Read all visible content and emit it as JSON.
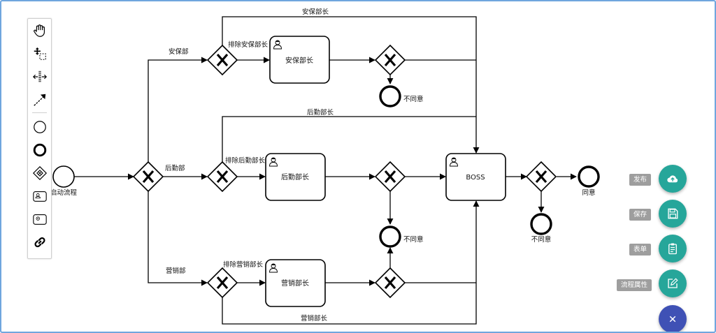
{
  "diagram": {
    "nodes": {
      "start": {
        "label": "启动流程"
      },
      "task_security": {
        "label": "安保部长"
      },
      "task_logistics": {
        "label": "后勤部长"
      },
      "task_sales": {
        "label": "营销部长"
      },
      "task_boss": {
        "label": "BOSS"
      },
      "end_reject_security": {
        "label": "不同意"
      },
      "end_reject_logistics": {
        "label": "不同意"
      },
      "end_reject_boss": {
        "label": "不同意"
      },
      "end_agree": {
        "label": "同意"
      }
    },
    "edges": {
      "to_security": {
        "label": "安保部"
      },
      "to_logistics": {
        "label": "后勤部"
      },
      "to_sales": {
        "label": "营销部"
      },
      "exclude_security": {
        "label": "排除安保部长"
      },
      "exclude_logistics": {
        "label": "排除后勤部长"
      },
      "exclude_sales": {
        "label": "排除营销部长"
      },
      "bypass_security": {
        "label": "安保部长"
      },
      "bypass_logistics": {
        "label": "后勤部长"
      },
      "bypass_sales": {
        "label": "营销部长"
      }
    }
  },
  "palette": {
    "tools": [
      "hand-tool-icon",
      "lasso-tool-icon",
      "space-tool-icon",
      "connect-tool-icon",
      "start-event-icon",
      "end-event-icon",
      "gateway-icon",
      "user-task-icon",
      "subprocess-icon",
      "link-icon"
    ]
  },
  "actions": {
    "publish": {
      "label": "发布",
      "icon": "cloud-upload-icon"
    },
    "save": {
      "label": "保存",
      "icon": "save-icon"
    },
    "form": {
      "label": "表单",
      "icon": "clipboard-icon"
    },
    "properties": {
      "label": "流程属性",
      "icon": "edit-icon"
    },
    "close": {
      "icon": "close-icon"
    }
  },
  "colors": {
    "fab": "#26a69a",
    "fab_close": "#3f51b5",
    "frame": "#6fa6de",
    "tooltip": "#9e9e9e"
  }
}
